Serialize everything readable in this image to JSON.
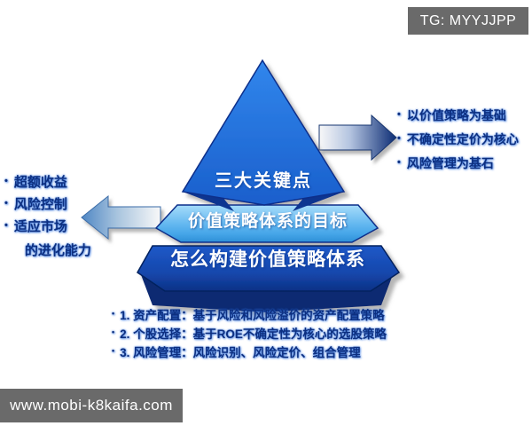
{
  "badges": {
    "tg": "TG: MYYJJPP",
    "website": "www.mobi-k8kaifa.com"
  },
  "icons": {
    "bullet_dot": "•"
  },
  "pyramid": {
    "levels": [
      {
        "label": "三大关键点"
      },
      {
        "label": "价值策略体系的目标"
      },
      {
        "label": "怎么构建价值策略体系"
      }
    ]
  },
  "right_points": {
    "items": [
      "以价值策略为基础",
      "不确定性定价为核心",
      "风险管理为基石"
    ]
  },
  "left_points": {
    "items": [
      "超额收益",
      "风险控制",
      "适应市场"
    ],
    "continuation": "的进化能力"
  },
  "bottom_points": {
    "items": [
      "1. 资产配置：基于风险和风险溢价的资产配置策略",
      "2. 个股选择：基于ROE不确定性为核心的选股策略",
      "3. 风险管理：风险识别、风险定价、组合管理"
    ]
  },
  "colors": {
    "pyramid_top": "#2374de",
    "pyramid_middle": "#5fb5ef",
    "pyramid_bottom": "#12419f",
    "pyramid_base": "#0a2a72",
    "badge_gray": "#6a6a6a",
    "text_blue": "#0d2f80"
  }
}
